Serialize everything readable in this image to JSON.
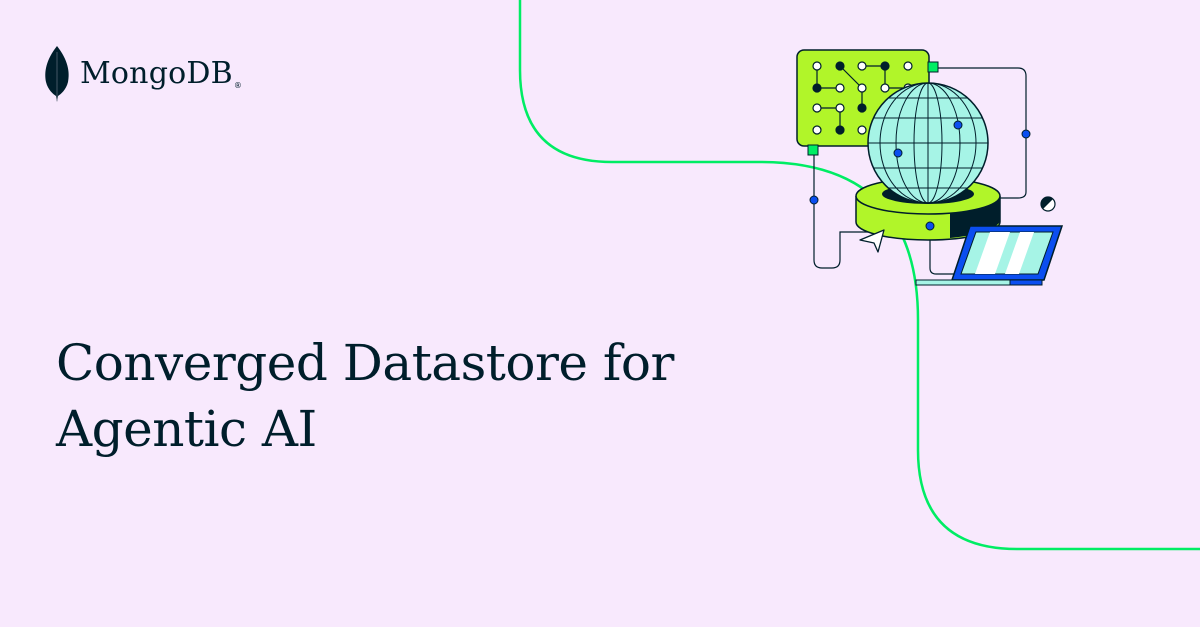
{
  "brand": {
    "name": "MongoDB",
    "registered_mark": "®"
  },
  "headline": {
    "line1": "Converged Datastore for",
    "line2": "Agentic AI"
  },
  "colors": {
    "background": "#f8e9fd",
    "text": "#001e2b",
    "accent_green": "#00ed64",
    "leaf_green": "#00684a",
    "lime": "#b1f529",
    "globe_teal": "#a6f4e6",
    "blue": "#0b4ef0",
    "dark": "#001e2b"
  },
  "icons": {
    "logo": "mongodb-leaf-icon",
    "illustration": "globe-database-laptop-illustration"
  }
}
